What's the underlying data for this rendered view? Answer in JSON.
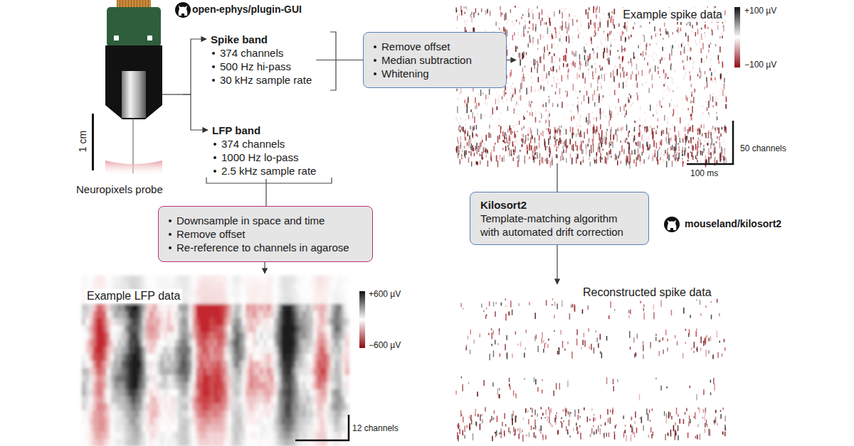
{
  "diagram": {
    "nodes": [
      {
        "text": [
          "Neuropixels probe"
        ]
      },
      {
        "text": [
          "Spike band",
          "374 channels",
          "500 Hz hi-pass",
          "30 kHz sample rate"
        ]
      },
      {
        "text": [
          "LFP band",
          "374 channels",
          "1000 Hz lo-pass",
          "2.5 kHz sample rate"
        ]
      },
      {
        "text": [
          "Remove offset",
          "Median subtraction",
          "Whitening"
        ]
      },
      {
        "text": [
          "Downsample in space and time",
          "Remove offset",
          "Re-reference to channels in agarose"
        ]
      },
      {
        "text": [
          "Example spike data"
        ]
      },
      {
        "text": [
          "Example LFP data"
        ]
      },
      {
        "text": [
          "Kilosort2",
          "Template-matching algorithm with automated drift correction"
        ]
      },
      {
        "text": [
          "Reconstructed spike data"
        ]
      }
    ],
    "edges": [
      {
        "from": 0,
        "to": 1,
        "arrow": "to"
      },
      {
        "from": 0,
        "to": 2,
        "arrow": "to"
      },
      {
        "from": 1,
        "to": 3,
        "arrow": "none"
      },
      {
        "from": 3,
        "to": 5,
        "arrow": "to"
      },
      {
        "from": 2,
        "to": 4,
        "arrow": "none"
      },
      {
        "from": 4,
        "to": 6,
        "arrow": "to"
      },
      {
        "from": 5,
        "to": 7,
        "arrow": "none"
      },
      {
        "from": 7,
        "to": 8,
        "arrow": "to"
      }
    ],
    "labels": [
      "open-ephys/plugin-GUI",
      "mouseland/kilosort2",
      "1 cm",
      "+100 µV",
      "−100 µV",
      "50 channels",
      "100 ms",
      "+600 µV",
      "−600 µV",
      "12 channels"
    ]
  }
}
